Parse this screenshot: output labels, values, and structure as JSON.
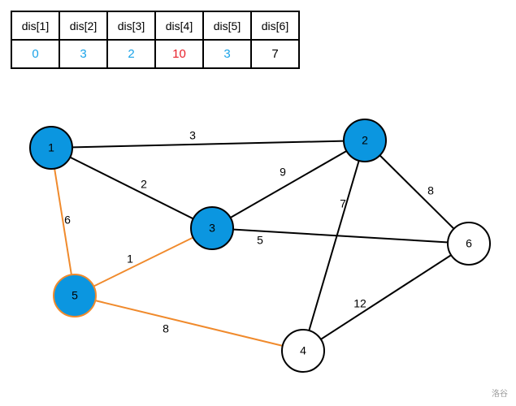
{
  "table": {
    "headers": [
      "dis[1]",
      "dis[2]",
      "dis[3]",
      "dis[4]",
      "dis[5]",
      "dis[6]"
    ],
    "values": [
      "0",
      "3",
      "2",
      "10",
      "3",
      "7"
    ],
    "value_colors": [
      "#1aa3e8",
      "#1aa3e8",
      "#1aa3e8",
      "#e8202a",
      "#1aa3e8",
      "#000000"
    ]
  },
  "graph": {
    "colors": {
      "visited_fill": "#0b96e0",
      "unvisited_fill": "#ffffff",
      "node_stroke": "#000000",
      "highlight_edge": "#f08a2c",
      "edge": "#000000"
    },
    "nodes": [
      {
        "id": "1",
        "label": "1",
        "visited": true,
        "highlight": false
      },
      {
        "id": "2",
        "label": "2",
        "visited": true,
        "highlight": false
      },
      {
        "id": "3",
        "label": "3",
        "visited": true,
        "highlight": false
      },
      {
        "id": "4",
        "label": "4",
        "visited": false,
        "highlight": false
      },
      {
        "id": "5",
        "label": "5",
        "visited": true,
        "highlight": true
      },
      {
        "id": "6",
        "label": "6",
        "visited": false,
        "highlight": false
      }
    ],
    "edges": [
      {
        "from": "1",
        "to": "2",
        "weight": "3",
        "highlight": false
      },
      {
        "from": "1",
        "to": "3",
        "weight": "2",
        "highlight": false
      },
      {
        "from": "1",
        "to": "5",
        "weight": "6",
        "highlight": true
      },
      {
        "from": "3",
        "to": "2",
        "weight": "9",
        "highlight": false
      },
      {
        "from": "2",
        "to": "4",
        "weight": "7",
        "highlight": false
      },
      {
        "from": "2",
        "to": "6",
        "weight": "8",
        "highlight": false
      },
      {
        "from": "3",
        "to": "6",
        "weight": "5",
        "highlight": false
      },
      {
        "from": "5",
        "to": "3",
        "weight": "1",
        "highlight": true
      },
      {
        "from": "5",
        "to": "4",
        "weight": "8",
        "highlight": true
      },
      {
        "from": "4",
        "to": "6",
        "weight": "12",
        "highlight": false
      }
    ]
  },
  "watermark": "洛谷"
}
